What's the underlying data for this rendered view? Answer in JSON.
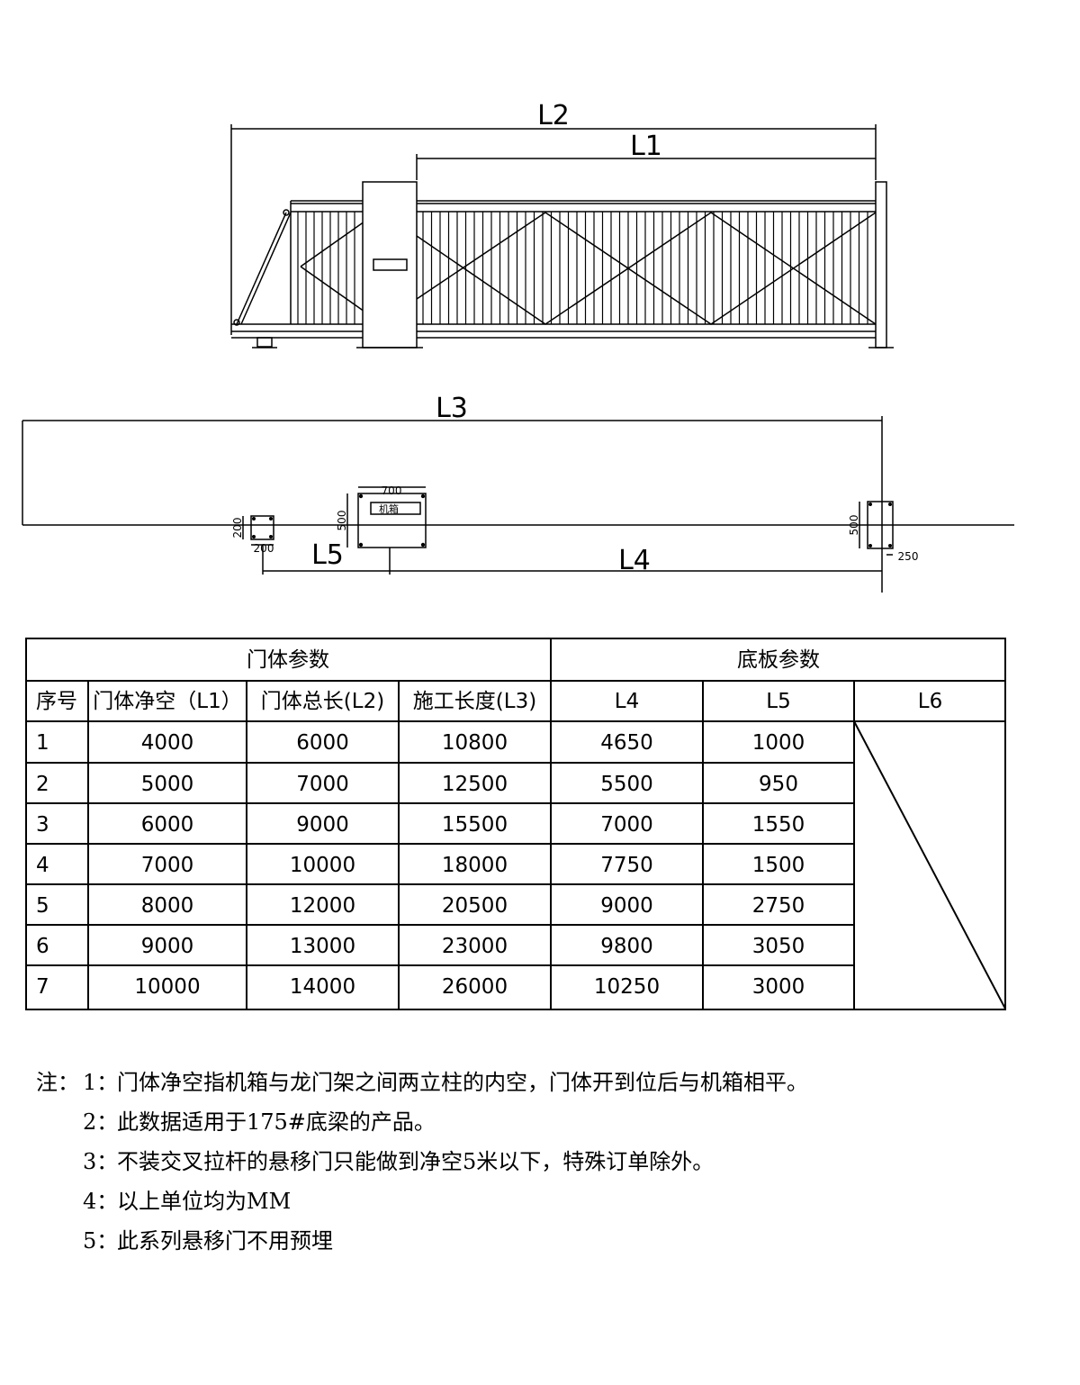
{
  "drawing": {
    "L2": "L2",
    "L1": "L1",
    "L3": "L3",
    "L4": "L4",
    "L5": "L5",
    "box_label": "机箱",
    "dim_700": "700",
    "dim_500_box": "500",
    "dim_200_left_v": "200",
    "dim_200_left_h": "200",
    "dim_500_right": "500",
    "dim_250": "250"
  },
  "table": {
    "group_door": "门体参数",
    "group_base": "底板参数",
    "headers": [
      "序号",
      "门体净空（L1）",
      "门体总长(L2)",
      "施工长度(L3)",
      "L4",
      "L5",
      "L6"
    ],
    "rows": [
      {
        "no": "1",
        "l1": "4000",
        "l2": "6000",
        "l3": "10800",
        "l4": "4650",
        "l5": "1000"
      },
      {
        "no": "2",
        "l1": "5000",
        "l2": "7000",
        "l3": "12500",
        "l4": "5500",
        "l5": "950"
      },
      {
        "no": "3",
        "l1": "6000",
        "l2": "9000",
        "l3": "15500",
        "l4": "7000",
        "l5": "1550"
      },
      {
        "no": "4",
        "l1": "7000",
        "l2": "10000",
        "l3": "18000",
        "l4": "7750",
        "l5": "1500"
      },
      {
        "no": "5",
        "l1": "8000",
        "l2": "12000",
        "l3": "20500",
        "l4": "9000",
        "l5": "2750"
      },
      {
        "no": "6",
        "l1": "9000",
        "l2": "13000",
        "l3": "23000",
        "l4": "9800",
        "l5": "3050"
      },
      {
        "no": "7",
        "l1": "10000",
        "l2": "14000",
        "l3": "26000",
        "l4": "10250",
        "l5": "3000"
      }
    ]
  },
  "notes": {
    "prefix": "注：",
    "items": [
      {
        "num": "1：",
        "text": "门体净空指机箱与龙门架之间两立柱的内空，门体开到位后与机箱相平。"
      },
      {
        "num": "2：",
        "text": "此数据适用于175#底梁的产品。"
      },
      {
        "num": "3：",
        "text": "不装交叉拉杆的悬移门只能做到净空5米以下，特殊订单除外。"
      },
      {
        "num": "4：",
        "text": "以上单位均为MM"
      },
      {
        "num": "5：",
        "text": "此系列悬移门不用预埋"
      }
    ]
  }
}
